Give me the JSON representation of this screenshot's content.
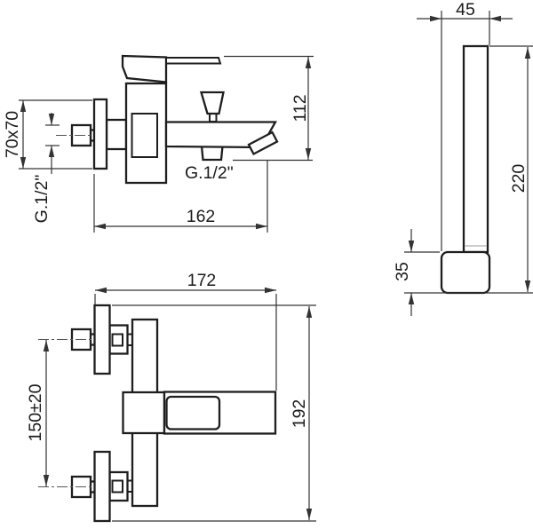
{
  "drawing": {
    "title": "bath-shower mixer technical dimension drawing",
    "style": {
      "background": "#ffffff",
      "object_line_color": "#1e1e1e",
      "dimension_line_color": "#333333",
      "centerline_color": "#555555"
    }
  },
  "views": {
    "faucet_side": {
      "dim_escutcheon": "70x70",
      "dim_inlet_thread": "G.1/2\"",
      "dim_height": "112",
      "dim_length": "162",
      "dim_outlet_thread": "G.1/2\""
    },
    "hand_shower": {
      "dim_width": "45",
      "dim_length": "220",
      "dim_head_height": "35"
    },
    "faucet_front": {
      "dim_width": "172",
      "dim_inlet_spacing": "150±20",
      "dim_height": "192"
    }
  }
}
